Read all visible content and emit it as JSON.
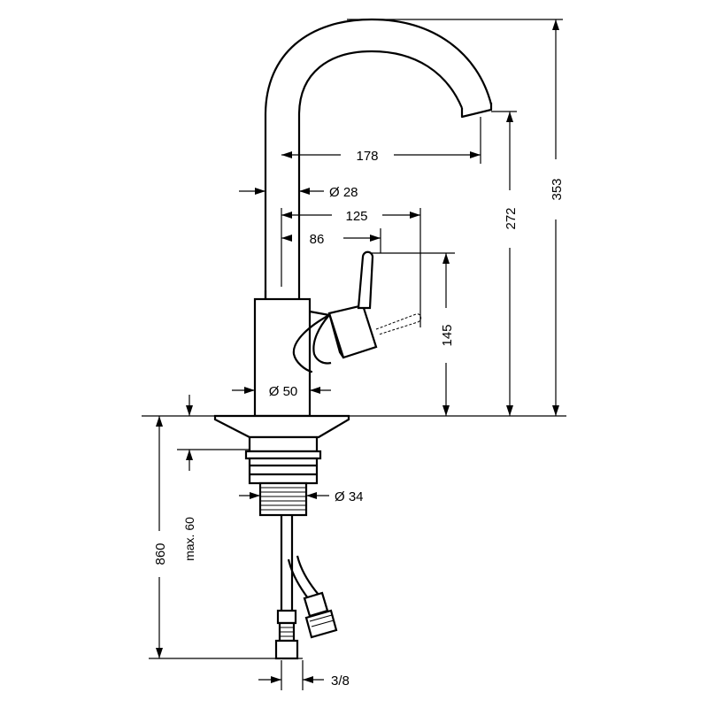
{
  "drawing": {
    "dimensions": {
      "spout_reach": "178",
      "spout_diameter": "Ø 28",
      "lever_reach": "125",
      "handle_axis": "86",
      "spout_height": "272",
      "total_height": "353",
      "handle_height": "145",
      "body_diameter": "Ø 50",
      "thread_diameter": "Ø 34",
      "hose_length": "860",
      "max_counter_thickness": "max. 60",
      "connection_size": "3/8"
    }
  }
}
